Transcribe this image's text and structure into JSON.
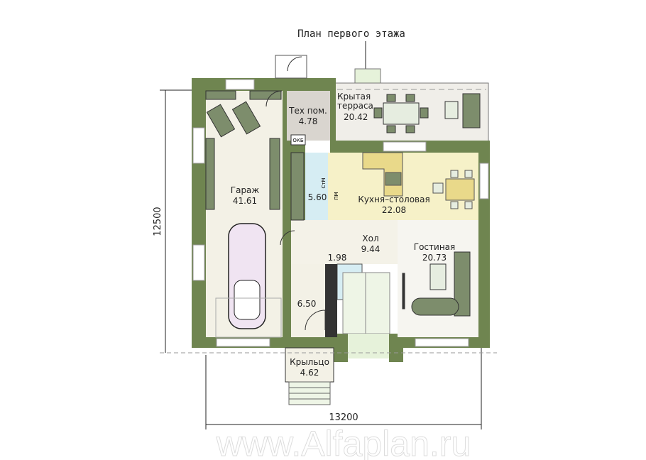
{
  "plan": {
    "title": "План первого этажа",
    "width_dimension": "13200",
    "height_dimension": "12500",
    "watermark": "www.Alfaplan.ru",
    "colors": {
      "wall": "#6f8550",
      "garage": "#f3f1e6",
      "tech": "#d9d5cf",
      "kitchen": "#f6f1c8",
      "pantry": "#d6edf3",
      "terrace": "#f0eee9",
      "vestibule": "#e6f2da"
    },
    "rooms": [
      {
        "name": "Гараж",
        "area": "41.61"
      },
      {
        "name": "Тех пом.",
        "area": "4.78"
      },
      {
        "name": "Крытая",
        "name2": "терраса",
        "area": "20.42"
      },
      {
        "name": "",
        "area": "5.60"
      },
      {
        "name": "Кухня–столовая",
        "area": "22.08"
      },
      {
        "name": "Хол",
        "area": "9.44"
      },
      {
        "name": "Гостиная",
        "area": "20.73"
      },
      {
        "name": "",
        "area": "1.98"
      },
      {
        "name": "",
        "area": "6.50"
      },
      {
        "name": "Крыльцо",
        "area": "4.62"
      }
    ],
    "fixtures": {
      "boiler": "ОКБ",
      "washer": "СтМ",
      "dishwasher": "ПМ"
    }
  }
}
